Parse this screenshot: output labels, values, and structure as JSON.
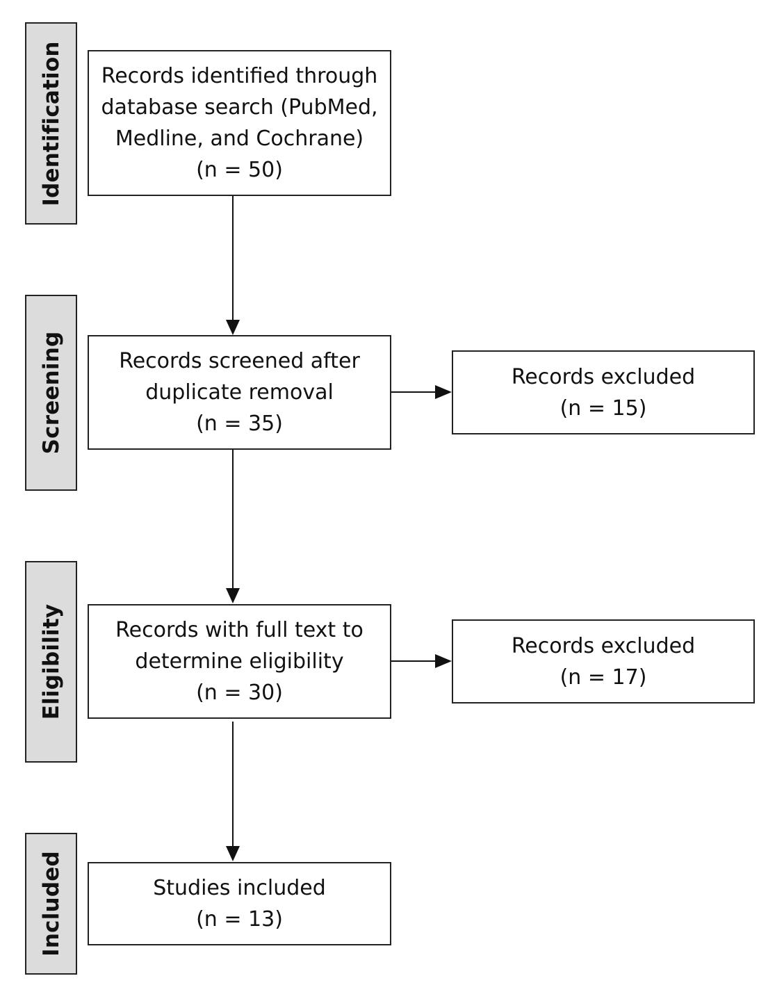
{
  "stages": {
    "identification": "Identification",
    "screening": "Screening",
    "eligibility": "Eligibility",
    "included": "Included"
  },
  "boxes": {
    "identified": {
      "lines": [
        "Records identified through",
        "database search (PubMed,",
        "Medline, and Cochrane)",
        "(n = 50)"
      ]
    },
    "screened": {
      "lines": [
        "Records screened after",
        "duplicate removal",
        "(n = 35)"
      ]
    },
    "excluded_screening": {
      "lines": [
        "Records excluded",
        "(n = 15)"
      ]
    },
    "full_text": {
      "lines": [
        "Records with full text to",
        "determine eligibility",
        "(n = 30)"
      ]
    },
    "excluded_eligibility": {
      "lines": [
        "Records excluded",
        "(n = 17)"
      ]
    },
    "included": {
      "lines": [
        "Studies included",
        "(n = 13)"
      ]
    }
  },
  "colors": {
    "stage_fill": "#dcdcdc",
    "stroke": "#222222",
    "box_fill": "#ffffff"
  }
}
